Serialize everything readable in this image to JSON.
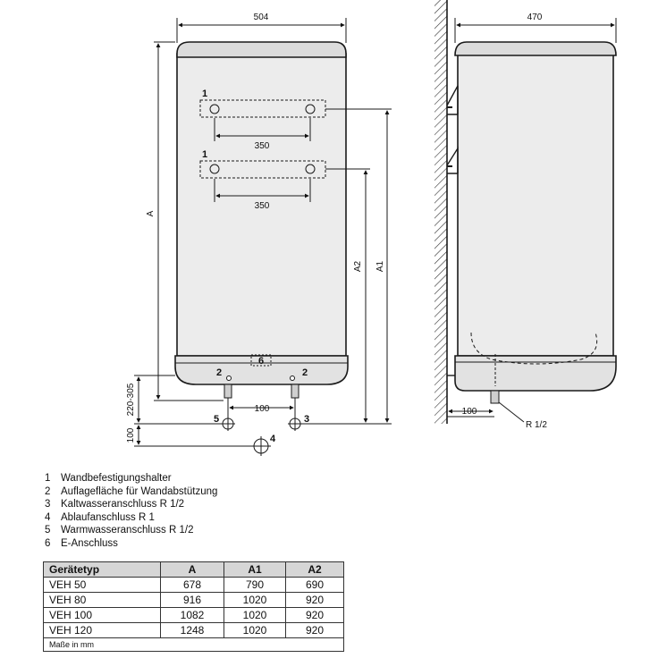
{
  "front_view": {
    "width_label": "504",
    "bracket_spacing_label": "350",
    "bracket_marker": "1",
    "support_marker": "2",
    "cold_marker": "3",
    "drain_marker": "4",
    "warm_marker": "5",
    "electric_marker": "6",
    "height_label_a": "A",
    "height_label_a1": "A1",
    "height_label_a2": "A2",
    "outlet_range_label": "220-305",
    "outlet_spacing_label": "100",
    "drain_offset_label": "100"
  },
  "side_view": {
    "depth_label": "470",
    "wall_offset_label": "100",
    "thread_label": "R 1/2"
  },
  "legend": [
    {
      "num": "1",
      "text": "Wandbefestigungshalter"
    },
    {
      "num": "2",
      "text": "Auflagefläche für Wandabstützung"
    },
    {
      "num": "3",
      "text": "Kaltwasseranschluss R 1/2"
    },
    {
      "num": "4",
      "text": "Ablaufanschluss R 1"
    },
    {
      "num": "5",
      "text": "Warmwasseranschluss R 1/2"
    },
    {
      "num": "6",
      "text": "E-Anschluss"
    }
  ],
  "spec_table": {
    "headers": [
      "Gerätetyp",
      "A",
      "A1",
      "A2"
    ],
    "rows": [
      [
        "VEH 50",
        "678",
        "790",
        "690"
      ],
      [
        "VEH 80",
        "916",
        "1020",
        "920"
      ],
      [
        "VEH 100",
        "1082",
        "1020",
        "920"
      ],
      [
        "VEH 120",
        "1248",
        "1020",
        "920"
      ]
    ],
    "unit_note": "Maße in mm"
  },
  "colors": {
    "body_fill": "#ececec",
    "cap_fill": "#dcdcdc",
    "line": "#1a1a1a",
    "table_header": "#d6d6d6"
  }
}
